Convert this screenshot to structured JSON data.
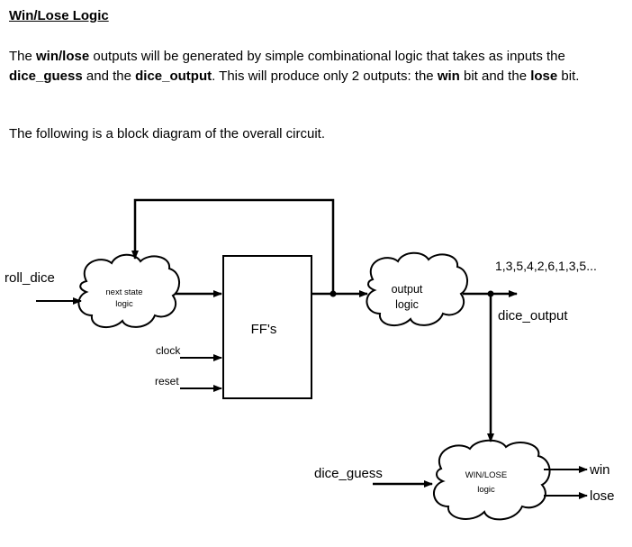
{
  "heading": "Win/Lose Logic",
  "intro": {
    "l1_a": "The ",
    "l1_b": "win/lose",
    "l1_c": " outputs will be generated by simple combinational logic that takes as inputs the",
    "l2_a": "dice_guess",
    "l2_b": " and the ",
    "l2_c": "dice_output",
    "l2_d": ". This will produce only 2 outputs: the ",
    "l2_e": "win",
    "l2_f": " bit and the ",
    "l2_g": "lose",
    "l2_h": " bit."
  },
  "diagram_intro": "The following is a block diagram of the overall circuit.",
  "diagram": {
    "roll_dice": "roll_dice",
    "next_state_1": "next state",
    "next_state_2": "logic",
    "clock": "clock",
    "reset": "reset",
    "ffs": "FF's",
    "output_logic_1": "output",
    "output_logic_2": "logic",
    "sequence": "1,3,5,4,2,6,1,3,5...",
    "dice_output": "dice_output",
    "dice_guess": "dice_guess",
    "winlose_1": "WIN/LOSE",
    "winlose_2": "logic",
    "win": "win",
    "lose": "lose"
  }
}
